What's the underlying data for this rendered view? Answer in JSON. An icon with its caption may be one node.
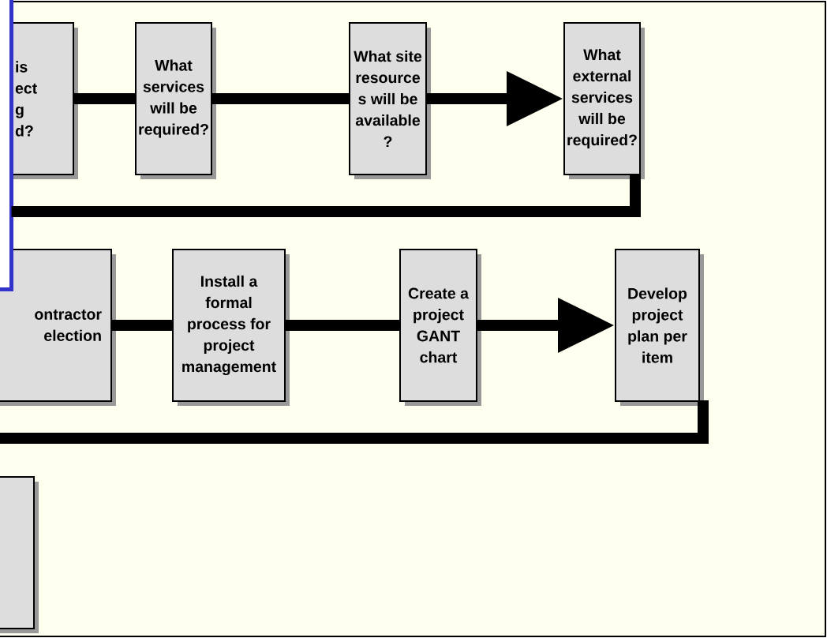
{
  "diagram": {
    "nodes": [
      {
        "text": [
          "is ect g d?"
        ]
      },
      {
        "text": [
          "What services will be required?"
        ]
      },
      {
        "text": [
          "What site resource s will be available ?"
        ]
      },
      {
        "text": [
          "What external services will be required?"
        ]
      },
      {
        "text": [
          "ontractor election"
        ]
      },
      {
        "text": [
          "Install a formal process for project management"
        ]
      },
      {
        "text": [
          "Create a project GANT chart"
        ]
      },
      {
        "text": [
          "Develop project plan per item"
        ]
      },
      {
        "text": [],
        "shape": "box"
      },
      {
        "text": [],
        "shape": "box"
      }
    ],
    "edges": [
      {
        "from": 0,
        "to": 1,
        "arrow": "none"
      },
      {
        "from": 1,
        "to": 2,
        "arrow": "none"
      },
      {
        "from": 2,
        "to": 3,
        "arrow": "to"
      },
      {
        "from": 3,
        "to": 8,
        "arrow": "none"
      },
      {
        "from": 4,
        "to": 5,
        "arrow": "none"
      },
      {
        "from": 5,
        "to": 6,
        "arrow": "none"
      },
      {
        "from": 6,
        "to": 7,
        "arrow": "to"
      },
      {
        "from": 7,
        "to": null,
        "arrow": "none"
      }
    ]
  }
}
